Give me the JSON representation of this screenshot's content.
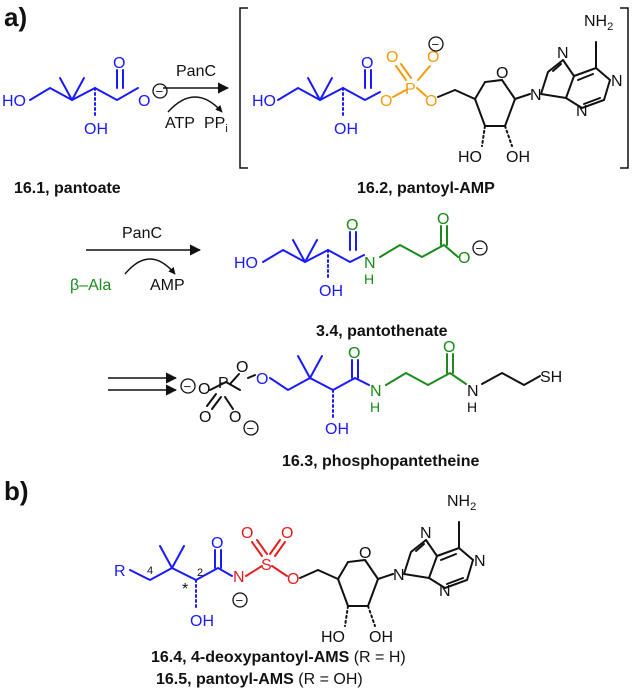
{
  "panels": {
    "a": "a)",
    "b": "b)"
  },
  "colors": {
    "pantoate": "#1a1aff",
    "phosphate": "#f39c12",
    "alanine": "#1a8a1a",
    "sulfamoyl": "#e32020",
    "black": "#111111"
  },
  "steps": {
    "step1": {
      "enzyme": "PanC",
      "cofactor1": "ATP",
      "cofactor2": "PP",
      "cofactor2_sub": "i"
    },
    "step2": {
      "enzyme": "PanC",
      "cofactor1": "β–Ala",
      "cofactor2": "AMP"
    }
  },
  "compounds": {
    "c161": "16.1, pantoate",
    "c162": "16.2, pantoyl-AMP",
    "c34": "3.4, pantothenate",
    "c163": "16.3, phosphopantetheine",
    "c164": "16.4, 4-deoxypantoyl-AMS",
    "c164_note": " (R = H)",
    "c165": "16.5, pantoyl-AMS",
    "c165_note": " (R = OH)"
  },
  "atoms": {
    "HO": "HO",
    "OH": "OH",
    "O": "O",
    "P": "P",
    "S": "S",
    "N": "N",
    "H": "H",
    "SH": "SH",
    "NH2": "NH",
    "NH2_sub": "2",
    "R": "R",
    "minus": "−",
    "star": "*",
    "pos4": "4",
    "pos2": "2"
  }
}
